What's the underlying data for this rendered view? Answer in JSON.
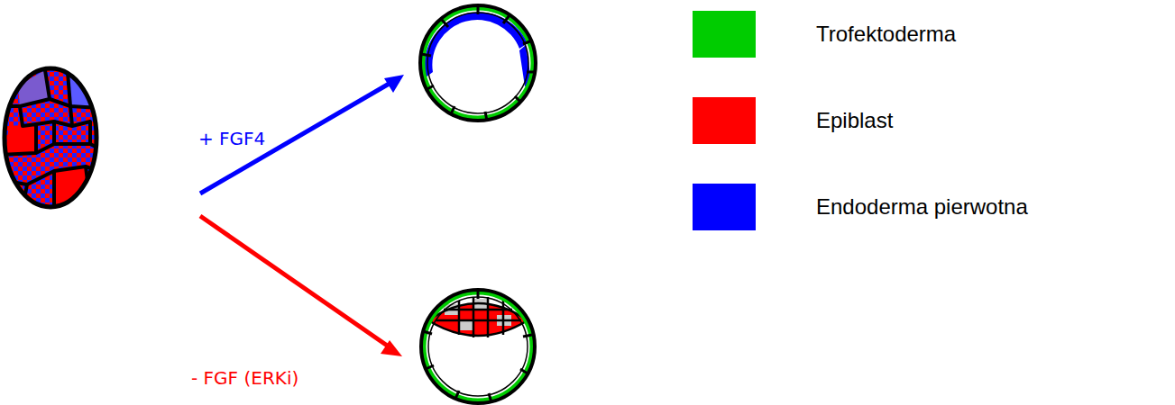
{
  "diagram": {
    "labels": [
      "+ FGF4",
      "- FGF (ERKi)"
    ],
    "legend": [
      {
        "text": "Trofektoderma",
        "color": "#00cc00"
      },
      {
        "text": "Epiblast",
        "color": "#ff0000"
      },
      {
        "text": "Endoderma pierwotna",
        "color": "#0000ff"
      }
    ]
  }
}
